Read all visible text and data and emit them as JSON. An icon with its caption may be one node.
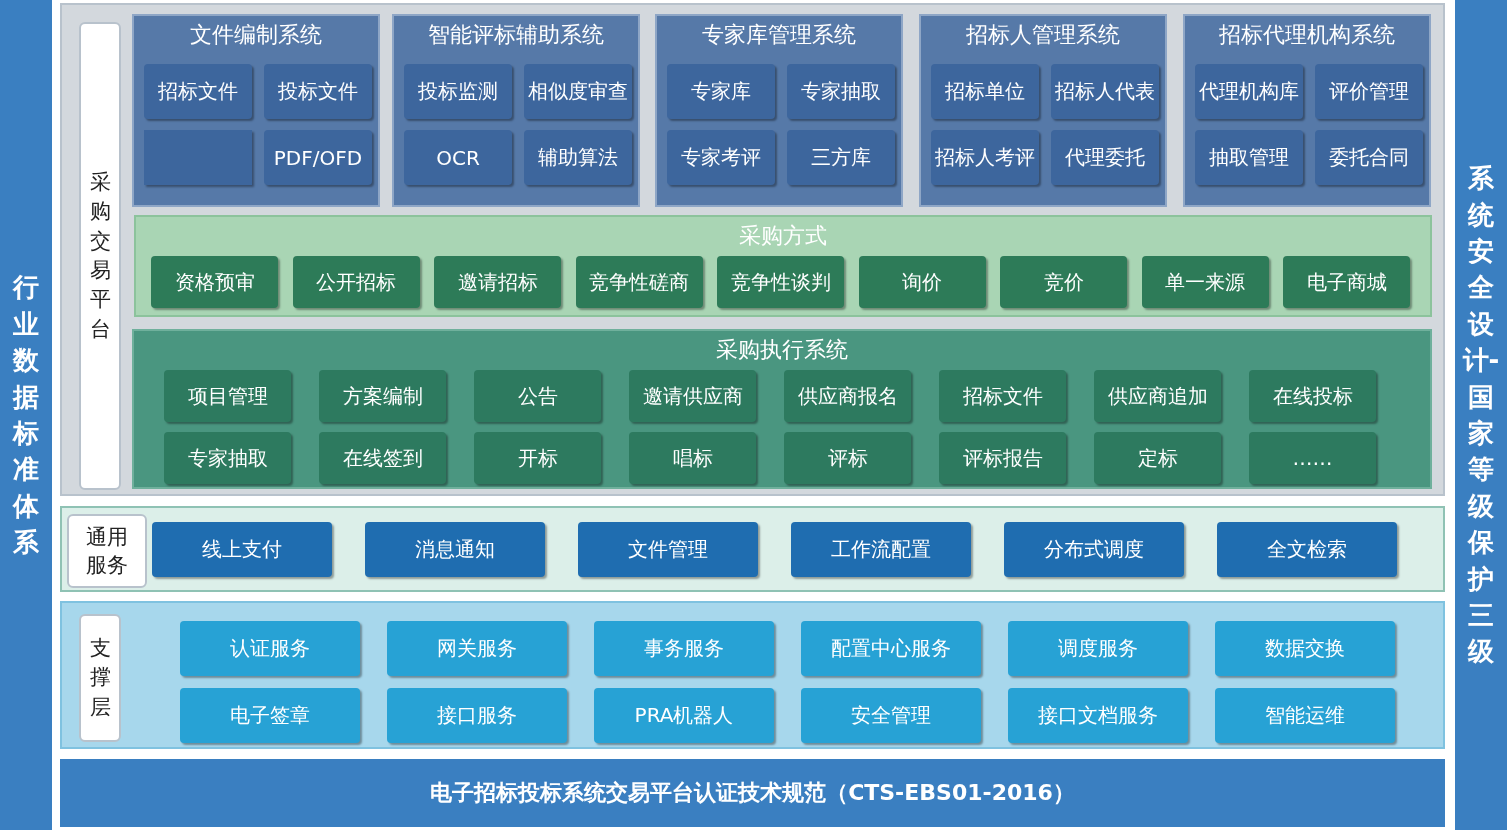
{
  "diagram": {
    "nodes": [
      {
        "text": [
          "行业数据标准体系"
        ]
      },
      {
        "text": [],
        "shape": "box"
      },
      {
        "text": [
          "采购交易平台"
        ],
        "in": 1
      },
      {
        "text": [
          "文件编制系统"
        ],
        "in": 1
      },
      {
        "text": [
          "招标文件"
        ],
        "in": 3
      },
      {
        "text": [
          "投标文件"
        ],
        "in": 3
      },
      {
        "text": [],
        "shape": "box",
        "in": 3
      },
      {
        "text": [
          "PDF/OFD"
        ],
        "in": 3
      },
      {
        "text": [
          "智能评标辅助系统"
        ],
        "in": 1
      },
      {
        "text": [
          "投标监测"
        ],
        "in": 8
      },
      {
        "text": [
          "相似度审查"
        ],
        "in": 8
      },
      {
        "text": [
          "OCR"
        ],
        "in": 8
      },
      {
        "text": [
          "辅助算法"
        ],
        "in": 8
      },
      {
        "text": [
          "专家库管理系统"
        ],
        "in": 1
      },
      {
        "text": [
          "专家库"
        ],
        "in": 13
      },
      {
        "text": [
          "专家抽取"
        ],
        "in": 13
      },
      {
        "text": [
          "专家考评"
        ],
        "in": 13
      },
      {
        "text": [
          "三方库"
        ],
        "in": 13
      },
      {
        "text": [
          "招标人管理系统"
        ],
        "in": 1
      },
      {
        "text": [
          "招标单位"
        ],
        "in": 18
      },
      {
        "text": [
          "招标人代表"
        ],
        "in": 18
      },
      {
        "text": [
          "招标人考评"
        ],
        "in": 18
      },
      {
        "text": [
          "代理委托"
        ],
        "in": 18
      },
      {
        "text": [
          "招标代理机构系统"
        ],
        "in": 1
      },
      {
        "text": [
          "代理机构库"
        ],
        "in": 23
      },
      {
        "text": [
          "评价管理"
        ],
        "in": 23
      },
      {
        "text": [
          "抽取管理"
        ],
        "in": 23
      },
      {
        "text": [
          "委托合同"
        ],
        "in": 23
      },
      {
        "text": [
          "采购方式"
        ],
        "in": 1
      },
      {
        "text": [
          "资格预审"
        ],
        "in": 28
      },
      {
        "text": [
          "公开招标"
        ],
        "in": 28
      },
      {
        "text": [
          "邀请招标"
        ],
        "in": 28
      },
      {
        "text": [
          "竞争性磋商"
        ],
        "in": 28
      },
      {
        "text": [
          "竞争性谈判"
        ],
        "in": 28
      },
      {
        "text": [
          "询价"
        ],
        "in": 28
      },
      {
        "text": [
          "竞价"
        ],
        "in": 28
      },
      {
        "text": [
          "单一来源"
        ],
        "in": 28
      },
      {
        "text": [
          "电子商城"
        ],
        "in": 28
      },
      {
        "text": [
          "采购执行系统"
        ],
        "in": 1
      },
      {
        "text": [
          "项目管理"
        ],
        "in": 38
      },
      {
        "text": [
          "方案编制"
        ],
        "in": 38
      },
      {
        "text": [
          "公告"
        ],
        "in": 38
      },
      {
        "text": [
          "邀请供应商"
        ],
        "in": 38
      },
      {
        "text": [
          "供应商报名"
        ],
        "in": 38
      },
      {
        "text": [
          "招标文件"
        ],
        "in": 38
      },
      {
        "text": [
          "供应商追加"
        ],
        "in": 38
      },
      {
        "text": [
          "在线投标"
        ],
        "in": 38
      },
      {
        "text": [
          "专家抽取"
        ],
        "in": 38
      },
      {
        "text": [
          "在线签到"
        ],
        "in": 38
      },
      {
        "text": [
          "开标"
        ],
        "in": 38
      },
      {
        "text": [
          "唱标"
        ],
        "in": 38
      },
      {
        "text": [
          "评标"
        ],
        "in": 38
      },
      {
        "text": [
          "评标报告"
        ],
        "in": 38
      },
      {
        "text": [
          "定标"
        ],
        "in": 38
      },
      {
        "text": [
          "……"
        ],
        "in": 38
      },
      {
        "text": [],
        "shape": "box"
      },
      {
        "text": [
          "通用服务"
        ],
        "in": 55
      },
      {
        "text": [
          "线上支付"
        ],
        "in": 55
      },
      {
        "text": [
          "消息通知"
        ],
        "in": 55
      },
      {
        "text": [
          "文件管理"
        ],
        "in": 55
      },
      {
        "text": [
          "工作流配置"
        ],
        "in": 55
      },
      {
        "text": [
          "分布式调度"
        ],
        "in": 55
      },
      {
        "text": [
          "全文检索"
        ],
        "in": 55
      },
      {
        "text": [],
        "shape": "box"
      },
      {
        "text": [
          "支撑层"
        ],
        "in": 63
      },
      {
        "text": [
          "认证服务"
        ],
        "in": 63
      },
      {
        "text": [
          "网关服务"
        ],
        "in": 63
      },
      {
        "text": [
          "事务服务"
        ],
        "in": 63
      },
      {
        "text": [
          "配置中心服务"
        ],
        "in": 63
      },
      {
        "text": [
          "调度服务"
        ],
        "in": 63
      },
      {
        "text": [
          "数据交换"
        ],
        "in": 63
      },
      {
        "text": [
          "电子签章"
        ],
        "in": 63
      },
      {
        "text": [
          "接口服务"
        ],
        "in": 63
      },
      {
        "text": [
          "PRA机器人"
        ],
        "in": 63
      },
      {
        "text": [
          "安全管理"
        ],
        "in": 63
      },
      {
        "text": [
          "接口文档服务"
        ],
        "in": 63
      },
      {
        "text": [
          "智能运维"
        ],
        "in": 63
      },
      {
        "text": [
          "电子招标投标系统交易平台认证技术规范（CTS-EBS01-2016）"
        ]
      },
      {
        "text": [
          "系统安全设计-国家等级保护三级"
        ]
      }
    ],
    "edges": []
  }
}
